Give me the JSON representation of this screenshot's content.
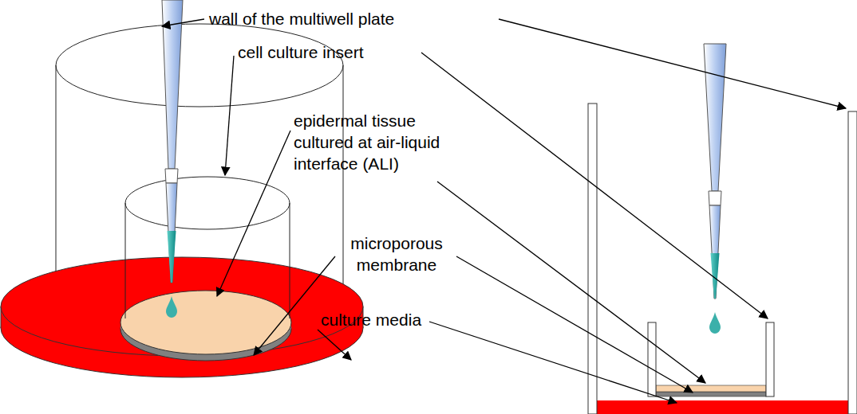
{
  "diagram": {
    "labels": [
      "wall of the multiwell plate",
      "cell culture insert",
      "epidermal tissue cultured at air-liquid interface (ALI)",
      "microporous membrane",
      "culture media"
    ]
  }
}
